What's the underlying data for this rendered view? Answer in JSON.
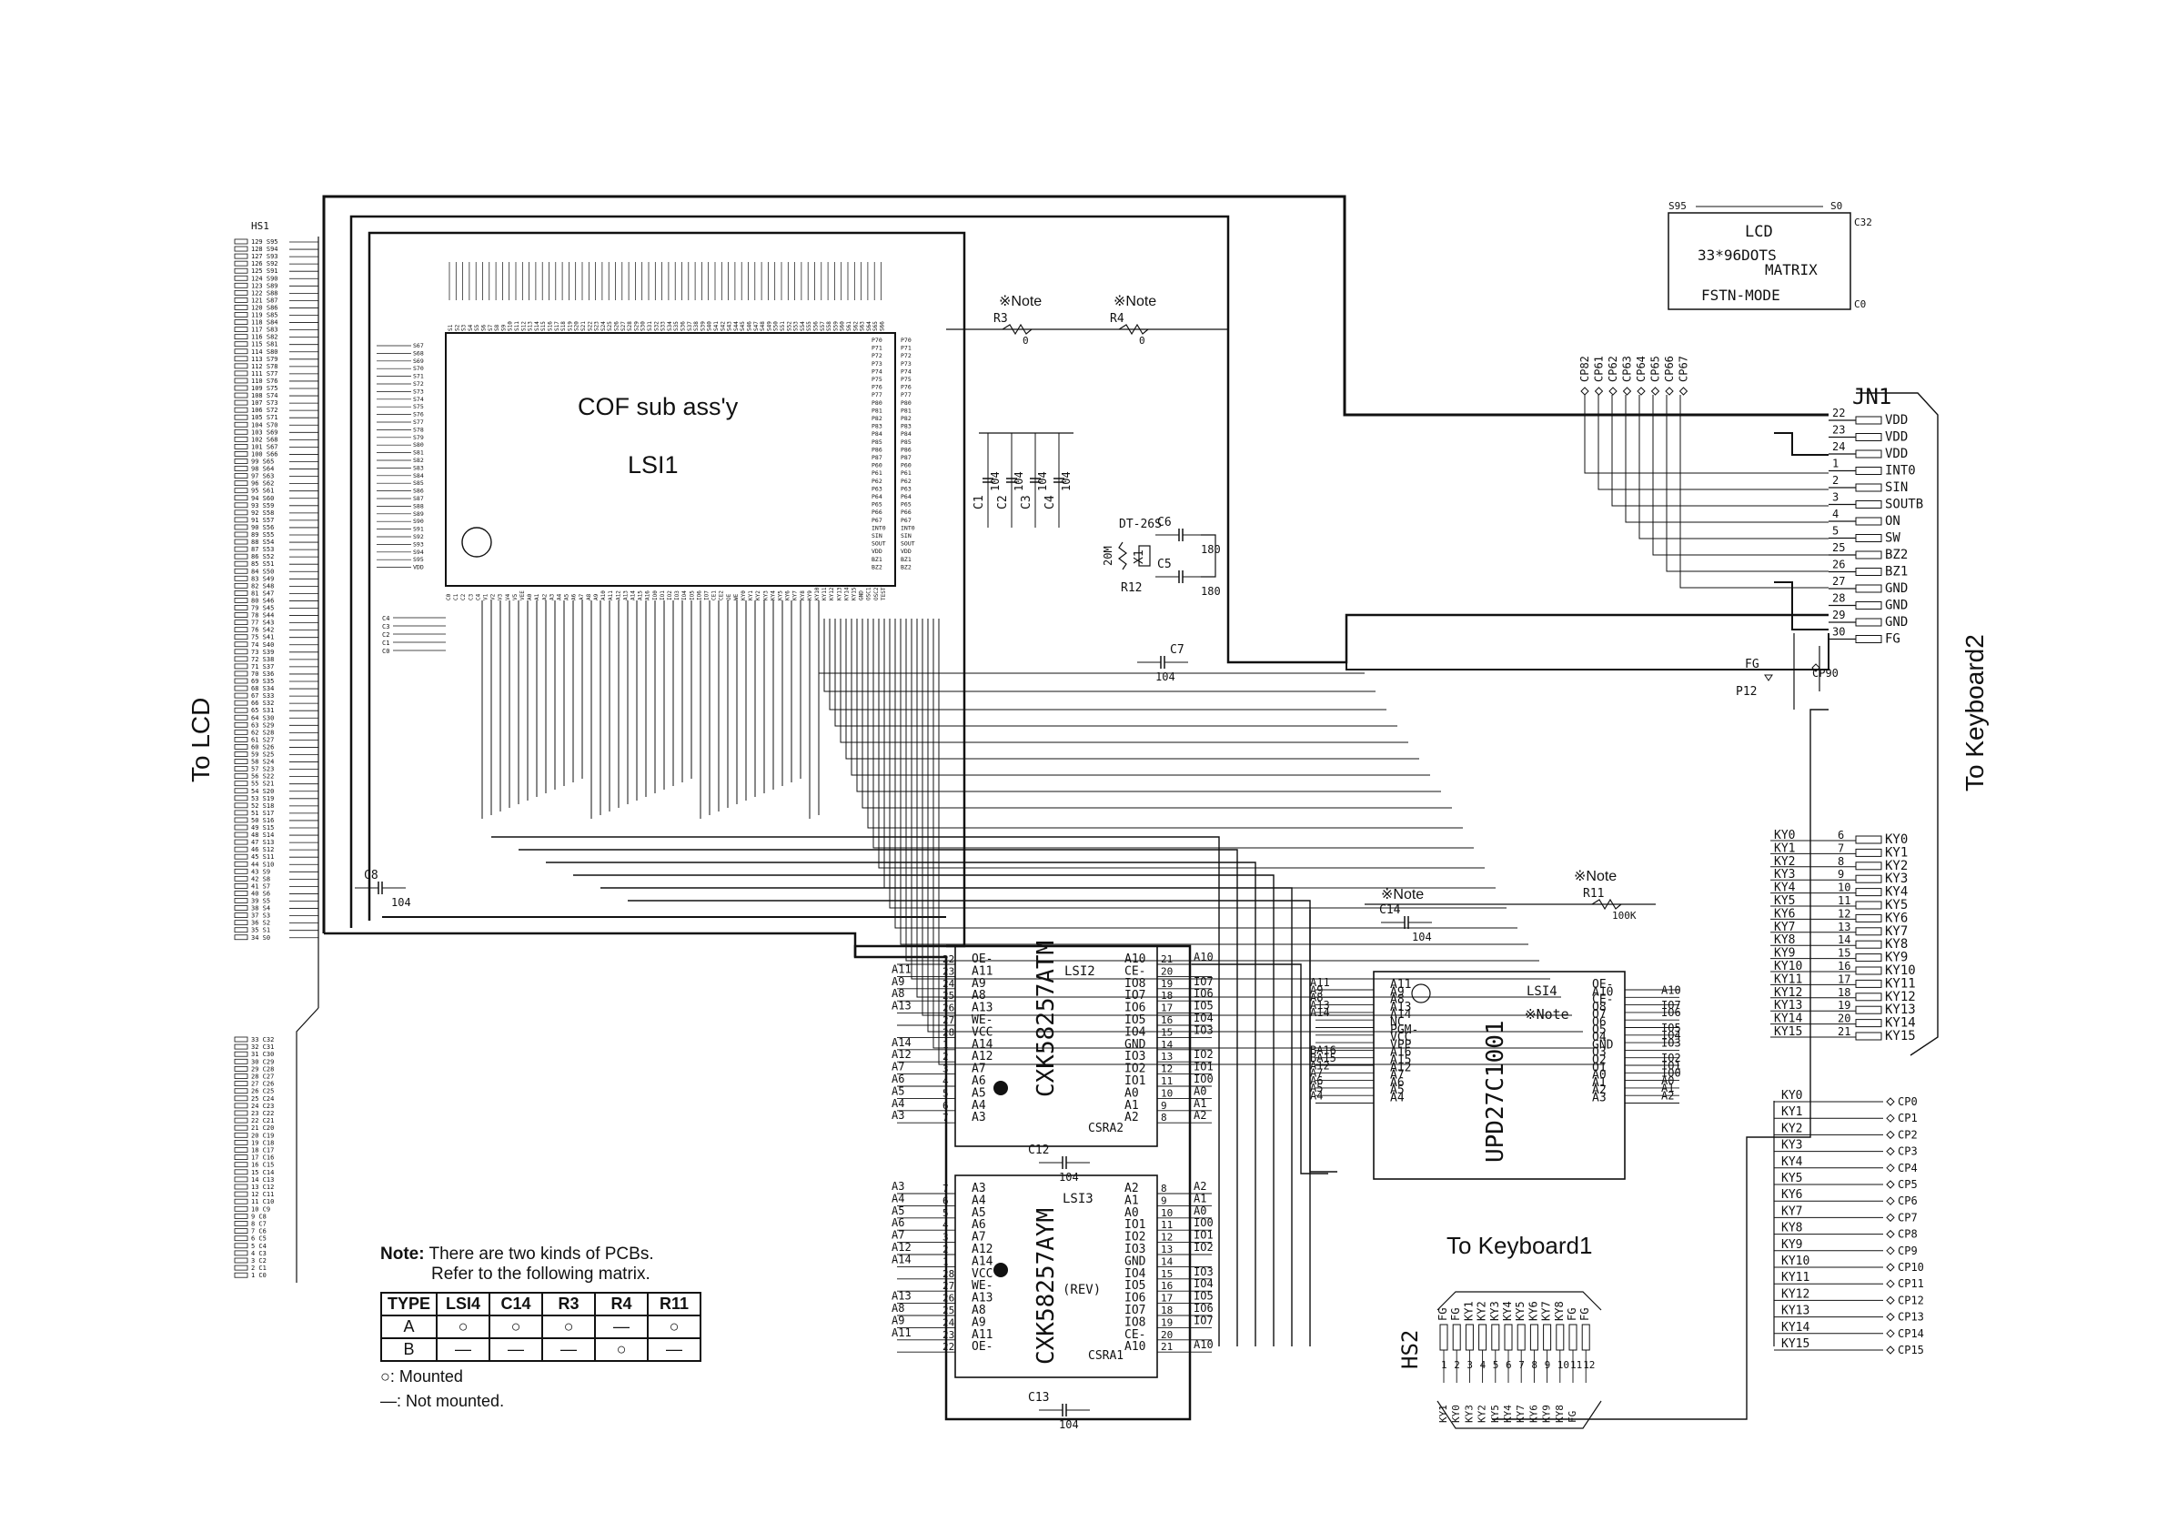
{
  "labels": {
    "to_lcd": "To LCD",
    "to_keyboard2": "To Keyboard2",
    "to_keyboard1": "To Keyboard1",
    "cof_title": "COF sub ass'y",
    "lsi1": "LSI1",
    "hs1": "HS1",
    "hs2": "HS2",
    "jn1": "JN1",
    "note_mark": "※Note",
    "dt26s": "DT-26S",
    "x1": "X1",
    "r12": "R12",
    "r12_val": "20M",
    "fg": "FG",
    "p12": "P12",
    "cp90": "CP90"
  },
  "lcd_box": {
    "title": "LCD",
    "line2": "33*96DOTS",
    "line3": "MATRIX",
    "line4": "FSTN-MODE",
    "s95": "S95",
    "s0": "S0",
    "c32": "C32",
    "c0": "C0"
  },
  "resistors": [
    {
      "name": "R3",
      "value": "0"
    },
    {
      "name": "R4",
      "value": "0"
    },
    {
      "name": "R11",
      "value": "100K"
    }
  ],
  "capacitors": [
    {
      "name": "C1",
      "value": "104"
    },
    {
      "name": "C2",
      "value": "104"
    },
    {
      "name": "C3",
      "value": "104"
    },
    {
      "name": "C4",
      "value": "104"
    },
    {
      "name": "C5",
      "value": "180"
    },
    {
      "name": "C6",
      "value": "180"
    },
    {
      "name": "C7",
      "value": "104"
    },
    {
      "name": "C8",
      "value": "104"
    },
    {
      "name": "C12",
      "value": "104"
    },
    {
      "name": "C13",
      "value": "104"
    },
    {
      "name": "C14",
      "value": "104"
    }
  ],
  "test_points_top": [
    "CP82",
    "CP61",
    "CP62",
    "CP63",
    "CP64",
    "CP65",
    "CP66",
    "CP67"
  ],
  "jn1_pins": [
    {
      "num": "22",
      "name": "VDD"
    },
    {
      "num": "23",
      "name": "VDD"
    },
    {
      "num": "24",
      "name": "VDD"
    },
    {
      "num": "1",
      "name": "INT0"
    },
    {
      "num": "2",
      "name": "SIN"
    },
    {
      "num": "3",
      "name": "SOUTB"
    },
    {
      "num": "4",
      "name": "ON"
    },
    {
      "num": "5",
      "name": "SW"
    },
    {
      "num": "25",
      "name": "BZ2"
    },
    {
      "num": "26",
      "name": "BZ1"
    },
    {
      "num": "27",
      "name": "GND"
    },
    {
      "num": "28",
      "name": "GND"
    },
    {
      "num": "29",
      "name": "GND"
    },
    {
      "num": "30",
      "name": "FG"
    }
  ],
  "ky_pins": [
    {
      "num": "6",
      "name": "KY0"
    },
    {
      "num": "7",
      "name": "KY1"
    },
    {
      "num": "8",
      "name": "KY2"
    },
    {
      "num": "9",
      "name": "KY3"
    },
    {
      "num": "10",
      "name": "KY4"
    },
    {
      "num": "11",
      "name": "KY5"
    },
    {
      "num": "12",
      "name": "KY6"
    },
    {
      "num": "13",
      "name": "KY7"
    },
    {
      "num": "14",
      "name": "KY8"
    },
    {
      "num": "15",
      "name": "KY9"
    },
    {
      "num": "16",
      "name": "KY10"
    },
    {
      "num": "17",
      "name": "KY11"
    },
    {
      "num": "18",
      "name": "KY12"
    },
    {
      "num": "19",
      "name": "KY13"
    },
    {
      "num": "20",
      "name": "KY14"
    },
    {
      "num": "21",
      "name": "KY15"
    }
  ],
  "cp_pins": [
    {
      "net": "KY0",
      "tp": "CP0"
    },
    {
      "net": "KY1",
      "tp": "CP1"
    },
    {
      "net": "KY2",
      "tp": "CP2"
    },
    {
      "net": "KY3",
      "tp": "CP3"
    },
    {
      "net": "KY4",
      "tp": "CP4"
    },
    {
      "net": "KY5",
      "tp": "CP5"
    },
    {
      "net": "KY6",
      "tp": "CP6"
    },
    {
      "net": "KY7",
      "tp": "CP7"
    },
    {
      "net": "KY8",
      "tp": "CP8"
    },
    {
      "net": "KY9",
      "tp": "CP9"
    },
    {
      "net": "KY10",
      "tp": "CP10"
    },
    {
      "net": "KY11",
      "tp": "CP11"
    },
    {
      "net": "KY12",
      "tp": "CP12"
    },
    {
      "net": "KY13",
      "tp": "CP13"
    },
    {
      "net": "KY14",
      "tp": "CP14"
    },
    {
      "net": "KY15",
      "tp": "CP15"
    }
  ],
  "lsi2": {
    "name": "LSI2",
    "part": "CXK58257ATM",
    "suffix": "CSRA2",
    "left_pins": [
      "OE-",
      "A11",
      "A9",
      "A8",
      "A13",
      "WE-",
      "VCC",
      "A14",
      "A12",
      "A7",
      "A6",
      "A5",
      "A4",
      "A3"
    ],
    "left_nums": [
      "22",
      "23",
      "24",
      "25",
      "26",
      "27",
      "28",
      "1",
      "2",
      "3",
      "4",
      "5",
      "6",
      "7"
    ],
    "right_pins": [
      "A10",
      "CE-",
      "IO8",
      "IO7",
      "IO6",
      "IO5",
      "IO4",
      "GND",
      "IO3",
      "IO2",
      "IO1",
      "A0",
      "A1",
      "A2"
    ],
    "right_nums": [
      "21",
      "20",
      "19",
      "18",
      "17",
      "16",
      "15",
      "14",
      "13",
      "12",
      "11",
      "10",
      "9",
      "8"
    ],
    "left_nets": [
      "",
      "A11",
      "A9",
      "A8",
      "A13",
      "",
      "",
      "A14",
      "A12",
      "A7",
      "A6",
      "A5",
      "A4",
      "A3"
    ],
    "right_nets": [
      "A10",
      "",
      "IO7",
      "IO6",
      "IO5",
      "IO4",
      "IO3",
      "",
      "IO2",
      "IO1",
      "IO0",
      "A0",
      "A1",
      "A2"
    ]
  },
  "lsi3": {
    "name": "LSI3",
    "part": "CXK58257AYM",
    "rev": "(REV)",
    "suffix": "CSRA1",
    "left_pins": [
      "A3",
      "A4",
      "A5",
      "A6",
      "A7",
      "A12",
      "A14",
      "VCC",
      "WE-",
      "A13",
      "A8",
      "A9",
      "A11",
      "OE-"
    ],
    "left_nums": [
      "7",
      "6",
      "5",
      "4",
      "3",
      "2",
      "1",
      "28",
      "27",
      "26",
      "25",
      "24",
      "23",
      "22"
    ],
    "right_pins": [
      "A2",
      "A1",
      "A0",
      "IO1",
      "IO2",
      "IO3",
      "GND",
      "IO4",
      "IO5",
      "IO6",
      "IO7",
      "IO8",
      "CE-",
      "A10"
    ],
    "right_nums": [
      "8",
      "9",
      "10",
      "11",
      "12",
      "13",
      "14",
      "15",
      "16",
      "17",
      "18",
      "19",
      "20",
      "21"
    ],
    "left_nets": [
      "A3",
      "A4",
      "A5",
      "A6",
      "A7",
      "A12",
      "A14",
      "",
      "",
      "A13",
      "A8",
      "A9",
      "A11",
      ""
    ],
    "right_nets": [
      "A2",
      "A1",
      "A0",
      "IO0",
      "IO1",
      "IO2",
      "",
      "IO3",
      "IO4",
      "IO5",
      "IO6",
      "IO7",
      "",
      "A10"
    ]
  },
  "lsi4": {
    "name": "LSI4",
    "part": "UPD27C1001",
    "note": "※Note",
    "left_pins": [
      "A11",
      "A9",
      "A8",
      "A13",
      "A14",
      "NC",
      "PGM-",
      "VCC",
      "VPP",
      "A16",
      "A15",
      "A12",
      "A7",
      "A6",
      "A5",
      "A4"
    ],
    "left_nets": [
      "A11",
      "A9",
      "A8",
      "A13",
      "A14",
      "",
      "",
      "",
      "",
      "BA16",
      "BA15",
      "A12",
      "A7",
      "A6",
      "A5",
      "A4"
    ],
    "right_pins": [
      "OE-",
      "A10",
      "CE-",
      "O8",
      "O7",
      "O6",
      "O5",
      "O4",
      "GND",
      "O3",
      "O2",
      "O1",
      "A0",
      "A1",
      "A2",
      "A3"
    ],
    "right_nets": [
      "",
      "A10",
      "",
      "IO7",
      "IO6",
      "",
      "IO5",
      "IO4",
      "IO3",
      "",
      "IO2",
      "IO1",
      "IO0",
      "A0",
      "A1",
      "A2",
      "A3"
    ]
  },
  "hs2_pins": [
    "FG",
    "FG",
    "KY1",
    "KY2",
    "KY3",
    "KY4",
    "KY5",
    "KY6",
    "KY7",
    "KY8",
    "FG",
    "FG"
  ],
  "hs2_nums": [
    "1",
    "2",
    "3",
    "4",
    "5",
    "6",
    "7",
    "8",
    "9",
    "10",
    "11",
    "12"
  ],
  "hs2_bottom": [
    "KY1",
    "KY0",
    "KY3",
    "KY2",
    "KY5",
    "KY4",
    "KY7",
    "KY6",
    "KY9",
    "KY8",
    "FG",
    ""
  ],
  "note_table": {
    "note_prefix": "Note:",
    "note_text1": "There are two kinds of PCBs.",
    "note_text2": "Refer to the following matrix.",
    "headers": [
      "TYPE",
      "LSI4",
      "C14",
      "R3",
      "R4",
      "R11"
    ],
    "rows": [
      [
        "A",
        "○",
        "○",
        "○",
        "—",
        "○"
      ],
      [
        "B",
        "—",
        "—",
        "—",
        "○",
        "—"
      ]
    ],
    "legend_mounted": "○: Mounted",
    "legend_not": "—: Not mounted."
  },
  "lsi1_top_pins": [
    "S1",
    "S2",
    "S3",
    "S4",
    "S5",
    "S6",
    "S7",
    "S8",
    "S9",
    "S10",
    "S11",
    "S12",
    "S13",
    "S14",
    "S15",
    "S16",
    "S17",
    "S18",
    "S19",
    "S20",
    "S21",
    "S22",
    "S23",
    "S24",
    "S25",
    "S26",
    "S27",
    "S28",
    "S29",
    "S30",
    "S31",
    "S32",
    "S33",
    "S34",
    "S35",
    "S36",
    "S37",
    "S38",
    "S39",
    "S40",
    "S41",
    "S42",
    "S43",
    "S44",
    "S45",
    "S46",
    "S47",
    "S48",
    "S49",
    "S50",
    "S51",
    "S52",
    "S53",
    "S54",
    "S55",
    "S56",
    "S57",
    "S58",
    "S59",
    "S60",
    "S61",
    "S62",
    "S63",
    "S64",
    "S65",
    "S66"
  ],
  "lsi1_left_pins": [
    "S67",
    "S68",
    "S69",
    "S70",
    "S71",
    "S72",
    "S73",
    "S74",
    "S75",
    "S76",
    "S77",
    "S78",
    "S79",
    "S80",
    "S81",
    "S82",
    "S83",
    "S84",
    "S85",
    "S86",
    "S87",
    "S88",
    "S89",
    "S90",
    "S91",
    "S92",
    "S93",
    "S94",
    "S95",
    "VDD"
  ],
  "lsi1_right_pins": [
    "P70",
    "P71",
    "P72",
    "P73",
    "P74",
    "P75",
    "P76",
    "P77",
    "P80",
    "P81",
    "P82",
    "P83",
    "P84",
    "P85",
    "P86",
    "P87",
    "P60",
    "P61",
    "P62",
    "P63",
    "P64",
    "P65",
    "P66",
    "P67",
    "INT0",
    "SIN",
    "SOUT",
    "VDD",
    "BZ1",
    "BZ2"
  ],
  "lsi1_bottom_pins": [
    "C0",
    "C1",
    "C2",
    "C3",
    "C4",
    "V1",
    "V2",
    "V3",
    "V4",
    "V5",
    "VEE",
    "A0",
    "A1",
    "A2",
    "A3",
    "A4",
    "A5",
    "A6",
    "A7",
    "A8",
    "A9",
    "A10",
    "A11",
    "A12",
    "A13",
    "A14",
    "A15",
    "A16",
    "IO0",
    "IO1",
    "IO2",
    "IO3",
    "IO4",
    "IO5",
    "IO6",
    "IO7",
    "CE1",
    "CE2",
    "OE",
    "WE",
    "KY0",
    "KY1",
    "KY2",
    "KY3",
    "KY4",
    "KY5",
    "KY6",
    "KY7",
    "KY8",
    "KY9",
    "KY10",
    "KY11",
    "KY12",
    "KY13",
    "KY14",
    "KY15",
    "GND",
    "OSC1",
    "OSC2",
    "TEST"
  ],
  "lsi1_cap_pins": [
    "C4",
    "C3",
    "C2",
    "C1",
    "C0"
  ],
  "hs1_pins_upper": [
    "129 S95",
    "128 S94",
    "127 S93",
    "126 S92",
    "125 S91",
    "124 S90",
    "123 S89",
    "122 S88",
    "121 S87",
    "120 S86",
    "119 S85",
    "118 S84",
    "117 S83",
    "116 S82",
    "115 S81",
    "114 S80",
    "113 S79",
    "112 S78",
    "111 S77",
    "110 S76",
    "109 S75",
    "108 S74",
    "107 S73",
    "106 S72",
    "105 S71",
    "104 S70",
    "103 S69",
    "102 S68",
    "101 S67",
    "100 S66",
    "99 S65",
    "98 S64",
    "97 S63",
    "96 S62",
    "95 S61",
    "94 S60",
    "93 S59",
    "92 S58",
    "91 S57",
    "90 S56",
    "89 S55",
    "88 S54",
    "87 S53",
    "86 S52",
    "85 S51",
    "84 S50",
    "83 S49",
    "82 S48",
    "81 S47",
    "80 S46",
    "79 S45",
    "78 S44",
    "77 S43",
    "76 S42",
    "75 S41",
    "74 S40",
    "73 S39",
    "72 S38",
    "71 S37",
    "70 S36",
    "69 S35",
    "68 S34",
    "67 S33",
    "66 S32",
    "65 S31",
    "64 S30",
    "63 S29",
    "62 S28",
    "61 S27",
    "60 S26",
    "59 S25",
    "58 S24",
    "57 S23",
    "56 S22",
    "55 S21",
    "54 S20",
    "53 S19",
    "52 S18",
    "51 S17",
    "50 S16",
    "49 S15",
    "48 S14",
    "47 S13",
    "46 S12",
    "45 S11",
    "44 S10",
    "43 S9",
    "42 S8",
    "41 S7",
    "40 S6",
    "39 S5",
    "38 S4",
    "37 S3",
    "36 S2",
    "35 S1",
    "34 S0"
  ],
  "hs1_pins_lower": [
    "33 C32",
    "32 C31",
    "31 C30",
    "30 C29",
    "29 C28",
    "28 C27",
    "27 C26",
    "26 C25",
    "25 C24",
    "24 C23",
    "23 C22",
    "22 C21",
    "21 C20",
    "20 C19",
    "19 C18",
    "18 C17",
    "17 C16",
    "16 C15",
    "15 C14",
    "14 C13",
    "13 C12",
    "12 C11",
    "11 C10",
    "10 C9",
    "9 C8",
    "8 C7",
    "7 C6",
    "6 C5",
    "5 C4",
    "4 C3",
    "3 C2",
    "2 C1",
    "1 C0"
  ]
}
